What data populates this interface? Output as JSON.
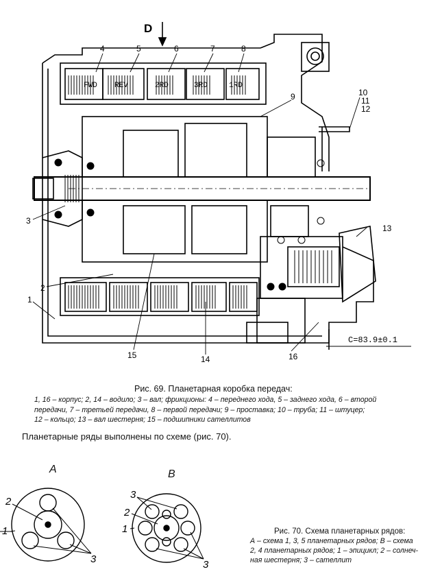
{
  "view_label": "D",
  "clutch_labels": [
    "FWD",
    "REV",
    "2RD",
    "3RD",
    "1RD"
  ],
  "callouts": [
    "4",
    "5",
    "6",
    "7",
    "8",
    "9",
    "10",
    "11",
    "12",
    "13",
    "3",
    "2",
    "1",
    "15",
    "14",
    "16"
  ],
  "dimension": "C=83.9±0.1",
  "fig69": {
    "title": "Рис. 69. Планетарная коробка передач:",
    "legend_line1": "1, 16 – корпус; 2, 14 – водило; 3 – вал; фрикционы: 4 – переднего хода, 5 – заднего хода, 6 – второй",
    "legend_line2": "передачи, 7 – третьей передачи, 8 – первой передачи; 9 – проставка; 10 – труба; 11 – штуцер;",
    "legend_line3": "12 – кольцо; 13 – вал шестерня; 15 – подшипники сателлитов"
  },
  "paragraph": "Планетарные ряды выполнены по схеме (рис. 70).",
  "fig70": {
    "label_a": "А",
    "label_b": "В",
    "a_callouts": [
      "2",
      "1",
      "3"
    ],
    "b_callouts": [
      "3",
      "2",
      "1",
      "3"
    ],
    "title": "Рис. 70. Схема планетарных рядов:",
    "legend_line1": "А – схема 1, 3, 5 планетарных рядов; В – схема",
    "legend_line2": "2, 4 планетарных рядов; 1 – эпицикл; 2 – солнеч-",
    "legend_line3": "ная шестерня; 3 – сателлит"
  }
}
